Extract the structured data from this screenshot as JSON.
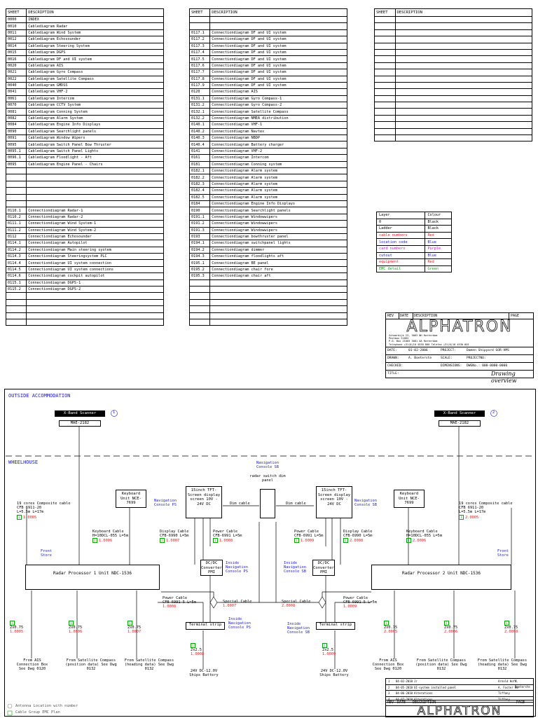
{
  "index": {
    "headers": {
      "sheet": "SHEET",
      "description": "DESCRIPTION"
    },
    "col1": [
      [
        "0000",
        "INDEX"
      ],
      [
        "0010",
        "Cablediagram Radar"
      ],
      [
        "0011",
        "Cablediagram Wind System"
      ],
      [
        "0012",
        "Cablediagram Echosounder"
      ],
      [
        "0014",
        "Cablediagram Steering System"
      ],
      [
        "0015",
        "Cablediagram DGPS"
      ],
      [
        "0016",
        "Cablediagram DF and UI system"
      ],
      [
        "0020",
        "Cablediagram AIS"
      ],
      [
        "0021",
        "Cablediagram Gyro Compass"
      ],
      [
        "0022",
        "Cablediagram Satellite Compass"
      ],
      [
        "0040",
        "Cablediagram GMDSS"
      ],
      [
        "0041",
        "Cablediagram VHF-2"
      ],
      [
        "0061",
        "Cablediagram Intercom"
      ],
      [
        "0070",
        "Cablediagram CCTV System"
      ],
      [
        "0081",
        "Cablediagram Conning System"
      ],
      [
        "0082",
        "Cablediagram Alarm System"
      ],
      [
        "0084",
        "Cablediagram Engine Info Displays"
      ],
      [
        "0090",
        "Cablediagram Searchlight panels"
      ],
      [
        "0091",
        "Cablediagram Window Wipers"
      ],
      [
        "0095",
        "Cablediagram Switch Panel Bow Thruster"
      ],
      [
        "0095.1",
        "Cablediagram Switch Panel Lights"
      ],
      [
        "0096.1",
        "Cablediagram Floodlight - Aft"
      ],
      [
        "0095",
        "Cablediagram Engine Panel - Chairs"
      ],
      [
        "",
        ""
      ],
      [
        "",
        ""
      ],
      [
        "",
        ""
      ],
      [
        "",
        ""
      ],
      [
        "",
        ""
      ],
      [
        "",
        ""
      ],
      [
        "0110.1",
        "Connectiondiagram Radar-1"
      ],
      [
        "0110.2",
        "Connectiondiagram Radar-2"
      ],
      [
        "0111.1",
        "Connectiondiagram Wind System-1"
      ],
      [
        "0111.2",
        "Connectiondiagram Wind System-2"
      ],
      [
        "0112",
        "Connectiondiagram Echosounder"
      ],
      [
        "0114.1",
        "Connectiondiagram Autopilot"
      ],
      [
        "0114.2",
        "Connectiondiagram Main steering system"
      ],
      [
        "0114.3",
        "Connectiondiagram Steeringsystem PLC"
      ],
      [
        "0114.4",
        "Connectiondiagram UI system connection"
      ],
      [
        "0114.5",
        "Connectiondiagram UI system connections"
      ],
      [
        "0114.6",
        "Connectiondiagram cockpit autopilot"
      ],
      [
        "0115.1",
        "Connectiondiagram DGPS-1"
      ],
      [
        "0115.2",
        "Connectiondiagram DGPS-2"
      ],
      [
        "",
        ""
      ],
      [
        "",
        ""
      ],
      [
        "",
        ""
      ],
      [
        "",
        ""
      ],
      [
        "",
        ""
      ]
    ],
    "col2": [
      [
        "",
        ""
      ],
      [
        "",
        ""
      ],
      [
        "0117.1",
        "Connectiondiagram DF and UI system"
      ],
      [
        "0117.2",
        "Connectiondiagram DF and UI system"
      ],
      [
        "0117.3",
        "Connectiondiagram DF and UI system"
      ],
      [
        "0117.4",
        "Connectiondiagram DF and UI system"
      ],
      [
        "0117.5",
        "Connectiondiagram DF and UI system"
      ],
      [
        "0117.6",
        "Connectiondiagram DF and UI system"
      ],
      [
        "0117.7",
        "Connectiondiagram DF and UI system"
      ],
      [
        "0117.8",
        "Connectiondiagram DF and UI system"
      ],
      [
        "0117.9",
        "Connectiondiagram DF and UI system"
      ],
      [
        "0120",
        "Connectiondiagram AIS"
      ],
      [
        "0131.1",
        "Connectiondiagram Gyro Compass-1"
      ],
      [
        "0131.2",
        "Connectiondiagram Gyro Compass-2"
      ],
      [
        "0132.1",
        "Connectiondiagram Satellite Compass"
      ],
      [
        "0132.2",
        "Connectiondiagram NMEA distribution"
      ],
      [
        "0140.1",
        "Connectiondiagram VHF-1"
      ],
      [
        "0140.2",
        "Connectiondiagram Navtex"
      ],
      [
        "0140.3",
        "Connectiondiagram NBDP"
      ],
      [
        "0140.4",
        "Connectiondiagram Battery charger"
      ],
      [
        "0141",
        "Connectiondiagram VHF-2"
      ],
      [
        "0161",
        "Connectiondiagram Intercom"
      ],
      [
        "0181",
        "Connectiondiagram Conning system"
      ],
      [
        "0182.1",
        "Connectiondiagram Alarm system"
      ],
      [
        "0182.2",
        "Connectiondiagram Alarm system"
      ],
      [
        "0182.3",
        "Connectiondiagram Alarm system"
      ],
      [
        "0182.4",
        "Connectiondiagram Alarm system"
      ],
      [
        "0182.5",
        "Connectiondiagram Alarm system"
      ],
      [
        "0184",
        "Connectiondiagram Engine Info Displays"
      ],
      [
        "0190",
        "Connectiondiagram Searchlight panels"
      ],
      [
        "0191.1",
        "Connectiondiagram Windowwipers"
      ],
      [
        "0191.2",
        "Connectiondiagram Windowwipers"
      ],
      [
        "0191.3",
        "Connectiondiagram Windowwipers"
      ],
      [
        "0193",
        "Connectiondiagram bowthruster panel"
      ],
      [
        "0194.1",
        "Connectiondiagram switchpanel lights"
      ],
      [
        "0194.2",
        "Connectiondiagram dimmer"
      ],
      [
        "0194.3",
        "Connectiondiagram floodlights aft"
      ],
      [
        "0195.1",
        "Connectiondiagram BE panel"
      ],
      [
        "0195.2",
        "Connectiondiagram chair fore"
      ],
      [
        "0195.3",
        "Connectiondiagram chair aft"
      ],
      [
        "",
        ""
      ],
      [
        "",
        ""
      ],
      [
        "",
        ""
      ],
      [
        "",
        ""
      ],
      [
        "",
        ""
      ],
      [
        "",
        ""
      ],
      [
        "",
        ""
      ]
    ],
    "col3_rows": 19
  },
  "legend": {
    "header": [
      "Layer",
      "Colour"
    ],
    "rows": [
      {
        "layer": "0",
        "colour": "Black",
        "color": "#000000"
      },
      {
        "layer": "Ladder",
        "colour": "Black",
        "color": "#000000"
      },
      {
        "layer": "cable numbers",
        "colour": "Red",
        "color": "#e02020"
      },
      {
        "layer": "location code",
        "colour": "Blue",
        "color": "#2020c0"
      },
      {
        "layer": "card numbers",
        "colour": "Purple",
        "color": "#c020c0"
      },
      {
        "layer": "cutout",
        "colour": "Blue",
        "color": "#2020c0"
      },
      {
        "layer": "equipment",
        "colour": "Red",
        "color": "#e02020"
      },
      {
        "layer": "EMC detail",
        "colour": "Green",
        "color": "#10a010"
      }
    ]
  },
  "titleblock_top": {
    "rev": "REV",
    "date": "DATE",
    "desc": "DESCRIPTION",
    "page": "PAGE",
    "brand": "ALPHATRON",
    "addr1": "Schaardijk 23, 3063 NH Rotterdam",
    "addr2": "Postbox 21003",
    "addr3": "P.O. Box 21003 3001 AA Rotterdam",
    "addr4": "Telephone +31(0)10 4530 800 Telefax +31(0)10 4530 801",
    "rows": [
      [
        "DATE:",
        "01-02-2006",
        "PROJECT:",
        "Damen Shipyard GOR-VMS"
      ],
      [
        "DRAWN:",
        "A. Boeterste",
        "SCALE:",
        "PROJECTNO:"
      ],
      [
        "CHECKED:",
        "",
        "DIMENSIONS:",
        "DWGNo.: 000-0000-0000"
      ],
      [
        "TITLE:",
        "",
        "Drawing overview",
        ""
      ]
    ]
  },
  "diagram": {
    "outside": "OUTSIDE ACCOMMODATION",
    "wheelhouse": "WHEELHOUSE",
    "antenna_l": "X-Band Scanner",
    "antenna_l_code": "MAE-2182",
    "antenna_r": "X-Band Scanner",
    "antenna_r_code": "MAE-2182",
    "nav_console_sb": "Navigation Console SB",
    "radar_switch": "radar switch dim panel",
    "composite_l": "19 cores Composite cable",
    "composite_r": "19 cores Composite cable",
    "composite_spec": "CFB 6911-20",
    "composite_len": "L=5.5m L=17m",
    "keyboard_l": "Keyboard Unit NCE-7699",
    "keyboard_r": "Keyboard Unit NCE-7699",
    "nav_console_ps": "Navigation Console PS",
    "nav_console_sb2": "Navigation Console SB",
    "tft_l": "15inch TFT-Screen display screen 10V - 24V DC",
    "tft_r": "15inch TFT-Screen display screen 10V - 24V DC",
    "dim_cable": "Dim cable",
    "keyboard_cable": "Keyboard Cable",
    "keyboard_cable_spec": "H=10DCL-055 L=5m",
    "display_cable": "Display Cable",
    "display_cable_spec": "CFB-6990 L=5m",
    "power_cable": "Power Cable",
    "power_cable_spec": "CFB-6991 L=5m",
    "front_store": "Front Store",
    "rp1": "Radar Processor 1 Unit NDC-1536",
    "rp2": "Radar Processor 2 Unit NDC-1536",
    "dcdc": "DC/DC Converter PMI",
    "inside_ps": "Inside Navigation Console PS",
    "inside_sb": "Inside Navigation Console SB",
    "power_cable2": "Power Cable",
    "power_cable2_spec": "CFB-6991-5 L=5m",
    "special_cable": "Special Cable",
    "terminal_strip": "Terminal strip",
    "bat_cable": "2x2.5",
    "bat": "24V DC-12.0V Ships Battery",
    "cable_small": "2x0.75",
    "from_connbox": "From AIS Connection Box See Dwg 0120",
    "from_sat_pos": "From Satellite Compass (position data) See Dwg 0132",
    "from_sat_head": "From Satellite Compass (heading data) See Dwg 0132",
    "legend_antenna": "Antenna Location with number",
    "legend_cable": "Cable Group EMC Plan",
    "num1": "1",
    "num2": "2",
    "cable_ids": [
      "1.0005",
      "2.0005",
      "1.0006",
      "1.0007",
      "1.0008",
      "2.0006",
      "1.0009",
      "2.0008"
    ]
  },
  "titleblock_bottom": {
    "rows": [
      [
        "1",
        "04-02-2010",
        "Jr",
        "Arnold Hoff",
        "A. Boeterste"
      ],
      [
        "2",
        "04-05-2010",
        "UI-system installed panel",
        "A. Foster Bo"
      ],
      [
        "3",
        "04-06-2010",
        "Alterations",
        "Tiffany"
      ],
      [
        "4",
        "04-07-2010",
        "Alterations",
        "Tiffany"
      ]
    ],
    "hdr": [
      "REV",
      "DATE",
      "DESCRIPTION",
      "PAGE"
    ],
    "brand": "ALPHATRON"
  }
}
